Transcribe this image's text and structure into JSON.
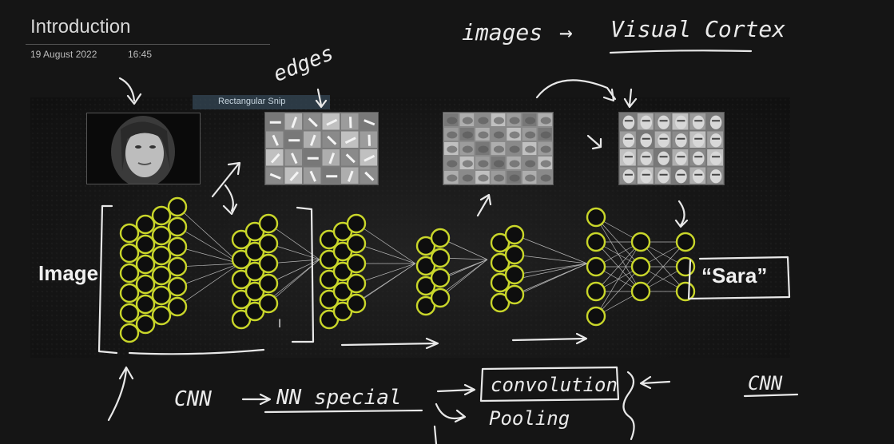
{
  "page": {
    "title": "Introduction",
    "date": "19 August 2022",
    "time": "16:45"
  },
  "slide": {
    "input_label": "Image",
    "output_label": "“Sara”"
  },
  "snip_tooltip": "Rectangular Snip",
  "handwriting": {
    "edges": "edges",
    "images": "images",
    "arrow": "→",
    "visual_cortex": "Visual Cortex",
    "cnn_left": "CNN",
    "nn_special": "NN special",
    "convolution": "convolution",
    "pooling": "Pooling",
    "cnn_right": "CNN"
  },
  "colors": {
    "background": "#151515",
    "neuron_stroke": "#c9d62a",
    "neuron_fill": "#0e0e0e",
    "ink": "#e8e8e8"
  }
}
